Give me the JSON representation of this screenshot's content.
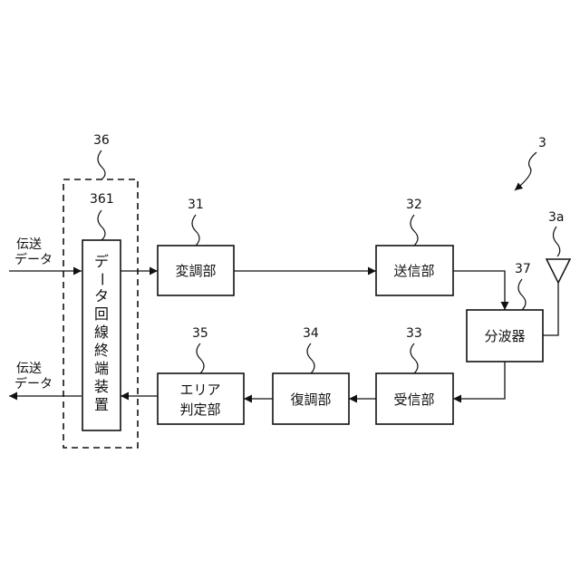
{
  "figure_ref": "3",
  "antenna_ref": "3a",
  "blocks": {
    "modulator": {
      "ref": "31",
      "label": "変調部"
    },
    "transmitter": {
      "ref": "32",
      "label": "送信部"
    },
    "receiver": {
      "ref": "33",
      "label": "受信部"
    },
    "demodulator": {
      "ref": "34",
      "label": "復調部"
    },
    "area_judge": {
      "ref": "35",
      "label_line1": "エリア",
      "label_line2": "判定部"
    },
    "duplexer": {
      "ref": "37",
      "label": "分波器"
    }
  },
  "group": {
    "ref": "36"
  },
  "terminal": {
    "ref": "361",
    "chars": [
      "デ",
      "ー",
      "タ",
      "回",
      "線",
      "終",
      "端",
      "装",
      "置"
    ]
  },
  "io": {
    "input_line1": "伝送",
    "input_line2": "データ",
    "output_line1": "伝送",
    "output_line2": "データ"
  }
}
